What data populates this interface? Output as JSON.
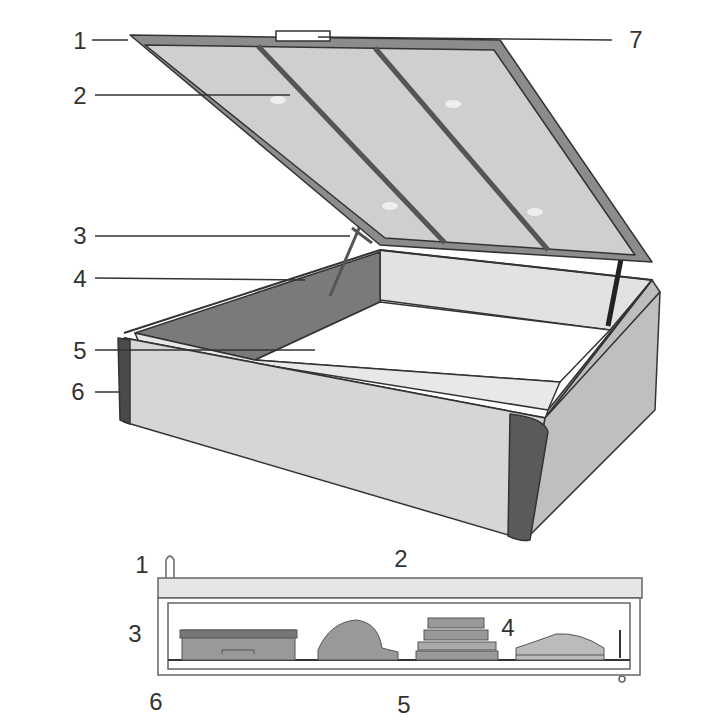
{
  "diagram": {
    "labels": [
      "1",
      "7",
      "2",
      "3",
      "4",
      "5",
      "6",
      "1",
      "2",
      "3",
      "4",
      "6",
      "5"
    ]
  }
}
